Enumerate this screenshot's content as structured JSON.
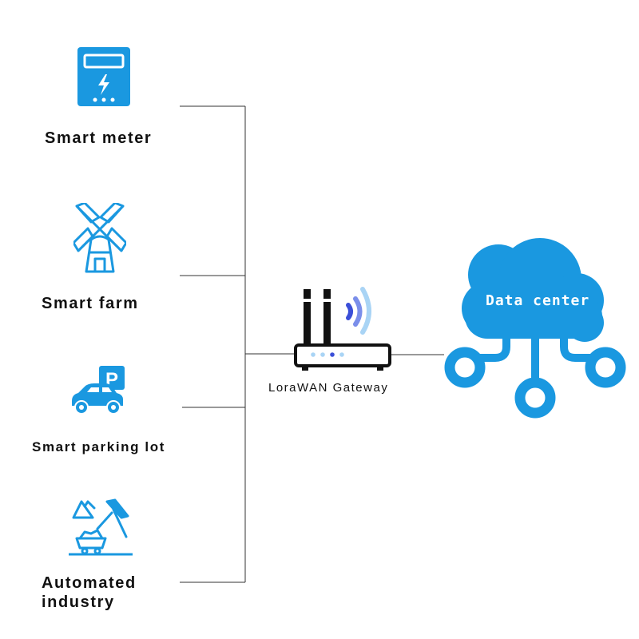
{
  "devices": [
    {
      "id": "smart-meter",
      "label": "Smart meter",
      "icon": "smart-meter-icon"
    },
    {
      "id": "smart-farm",
      "label": "Smart farm",
      "icon": "windmill-icon"
    },
    {
      "id": "smart-parking",
      "label": "Smart parking lot",
      "icon": "parking-car-icon"
    },
    {
      "id": "automated-industry",
      "label_line1": "Automated",
      "label_line2": "industry",
      "icon": "mining-cart-icon"
    }
  ],
  "gateway": {
    "label": "LoraWAN Gateway",
    "icon": "router-icon"
  },
  "data_center": {
    "label": "Data center",
    "icon": "cloud-network-icon"
  },
  "colors": {
    "accent": "#1A98E0",
    "line": "#333333",
    "text": "#111111",
    "router": "#111111",
    "wave_dark": "#3B4FD8",
    "wave_light": "#A9D4F5"
  }
}
